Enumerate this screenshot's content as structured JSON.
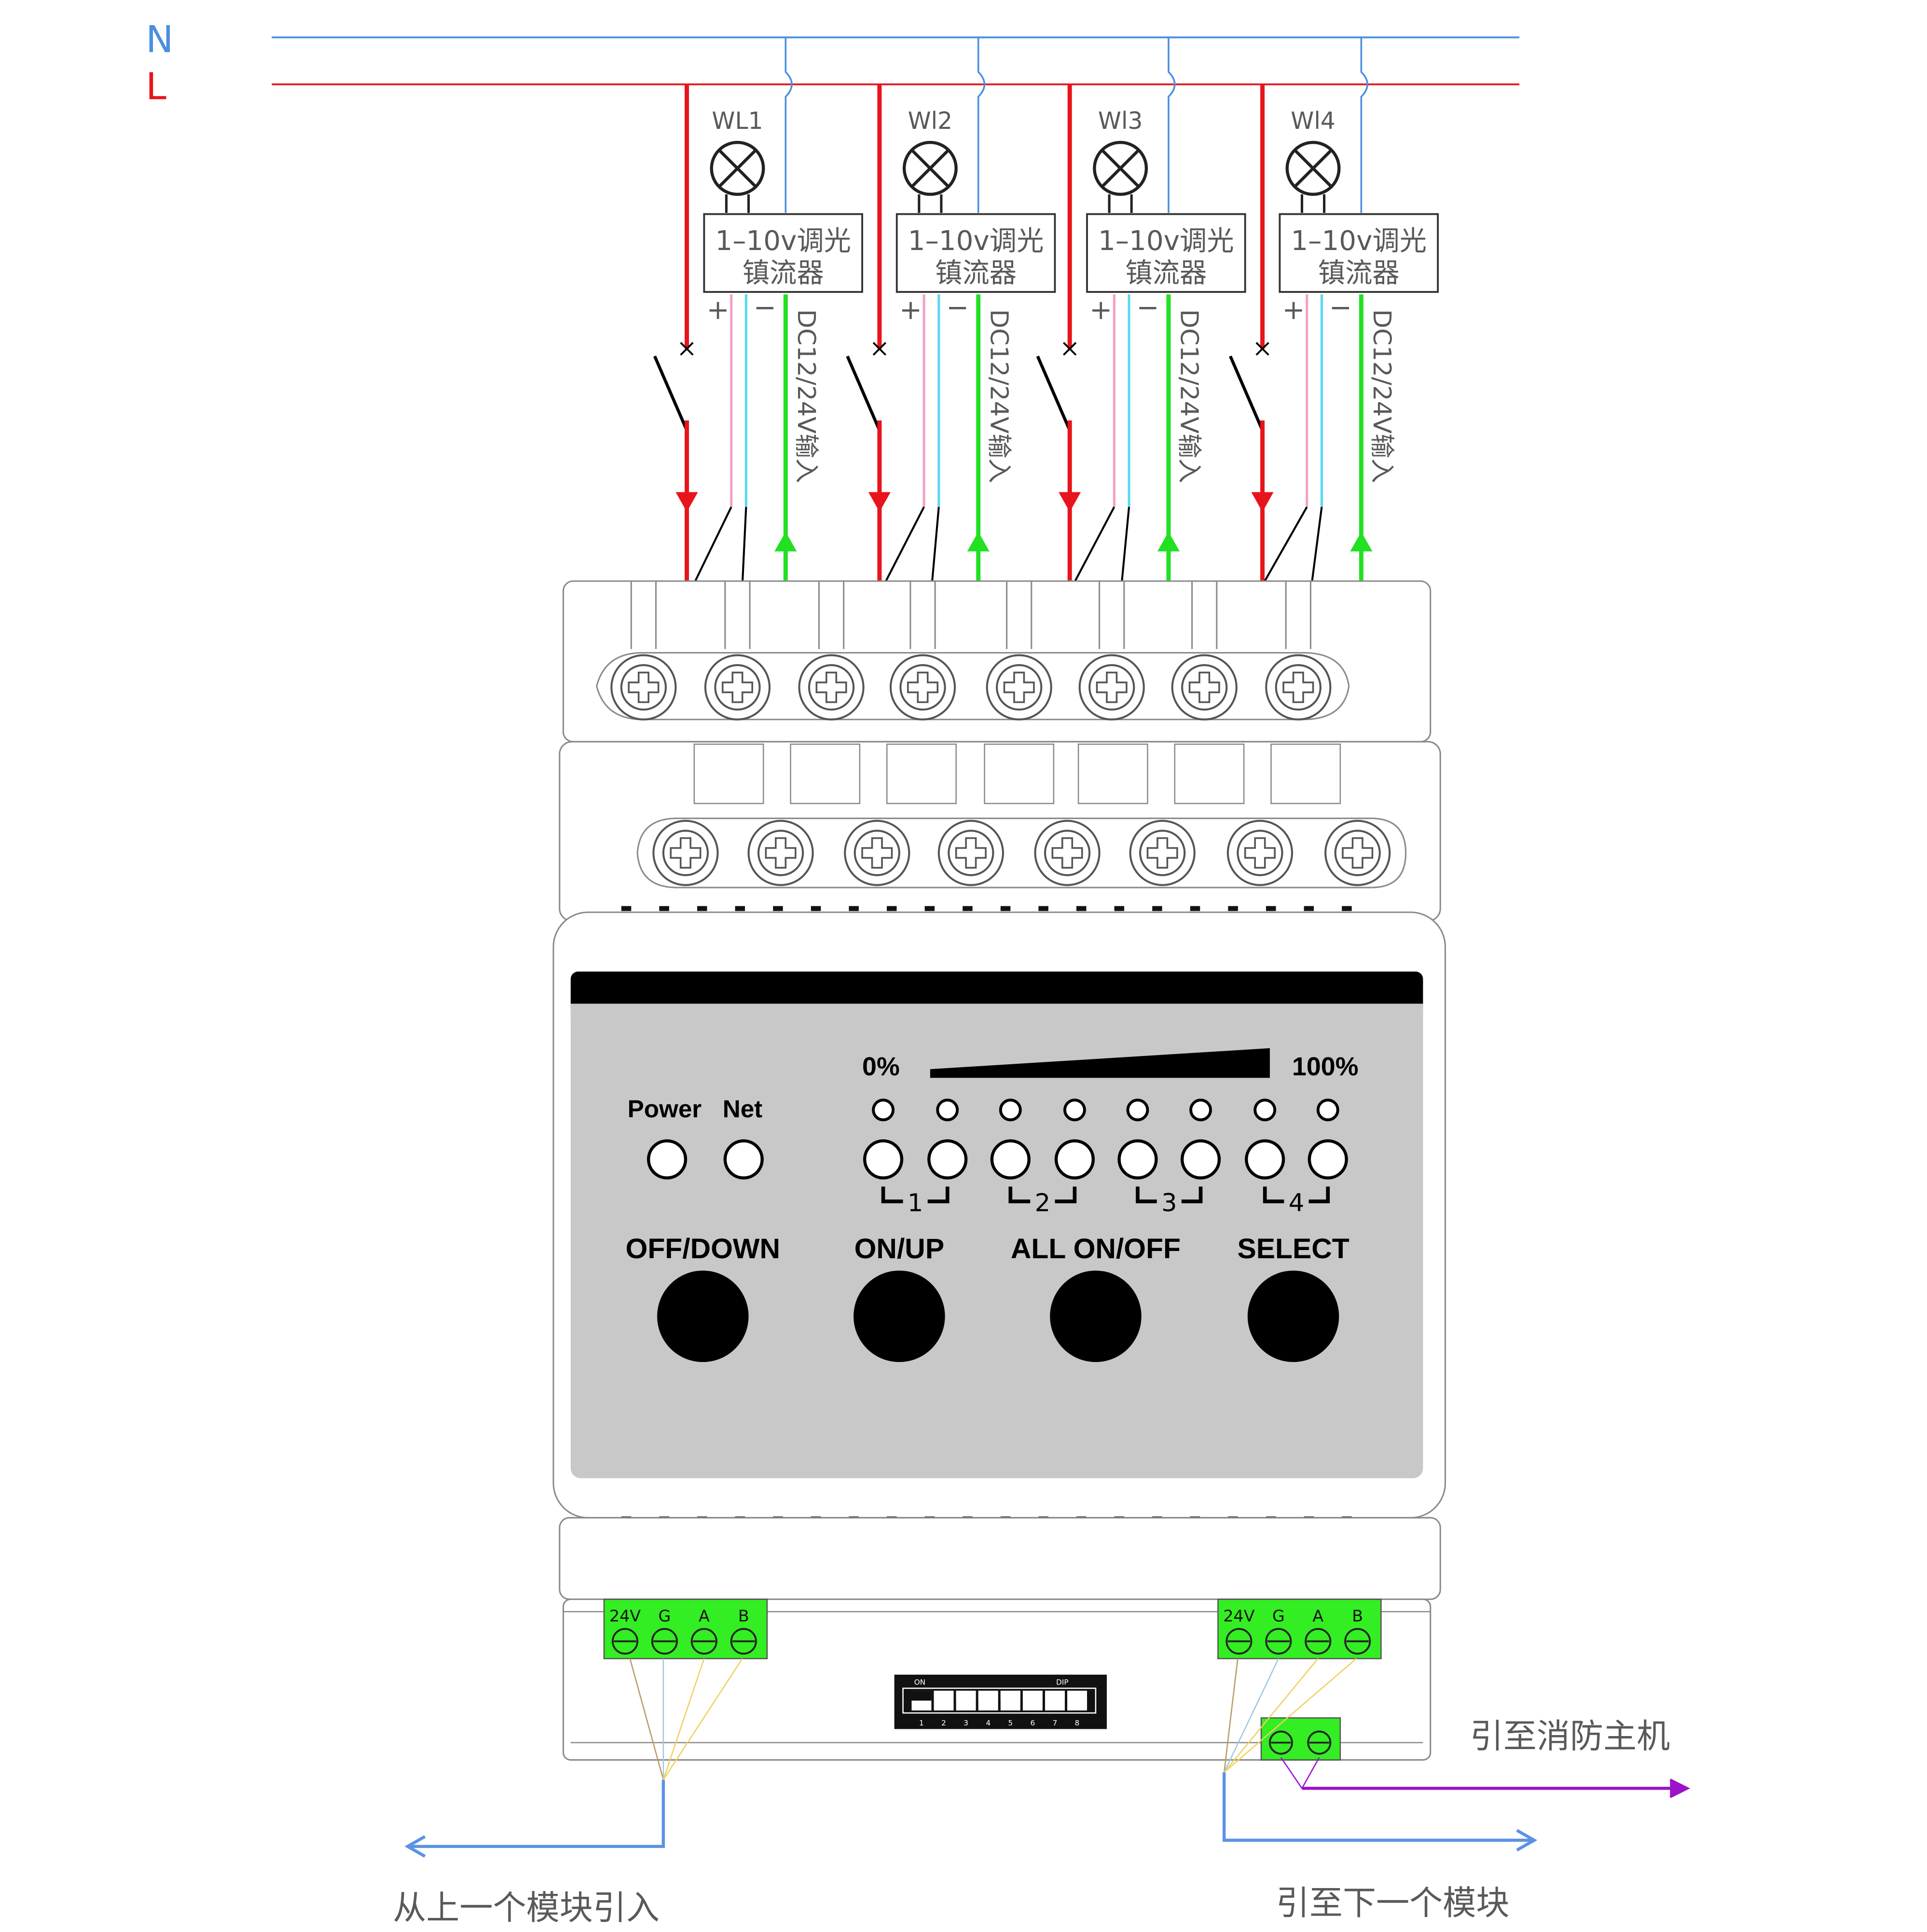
{
  "supply": {
    "n_label": "N",
    "l_label": "L",
    "n_color": "#4a8fe0",
    "l_color": "#e8141b"
  },
  "lamps": [
    {
      "label": "WL1"
    },
    {
      "label": "Wl2"
    },
    {
      "label": "Wl3"
    },
    {
      "label": "Wl4"
    }
  ],
  "ballast": {
    "line1": "1–10v调光",
    "line2": "镇流器",
    "plus": "+",
    "minus": "−"
  },
  "dc_input": "DC12/24V输入",
  "panel": {
    "scale_min": "0%",
    "scale_max": "100%",
    "power_label": "Power",
    "net_label": "Net",
    "channels": [
      "1",
      "2",
      "3",
      "4"
    ],
    "buttons": {
      "off_down": "OFF/DOWN",
      "on_up": "ON/UP",
      "all_on_off": "ALL ON/OFF",
      "select": "SELECT"
    }
  },
  "bus_terminals": [
    "24V",
    "G",
    "A",
    "B"
  ],
  "dip": {
    "on_label": "ON",
    "dip_label": "DIP",
    "numbers": [
      "1",
      "2",
      "3",
      "4",
      "5",
      "6",
      "7",
      "8"
    ]
  },
  "captions": {
    "from_prev": "从上一个模块引入",
    "to_next": "引至下一个模块",
    "to_fire": "引至消防主机"
  },
  "colors": {
    "red_wire": "#e8141b",
    "green_wire": "#22e022",
    "blue_wire": "#4a8fe0",
    "pink_wire": "#f4a0c8",
    "cyan_wire": "#5ad8f0",
    "terminal_green": "#33ee22",
    "purple_wire": "#9b12c8",
    "panel_gray": "#c8c8c8"
  }
}
